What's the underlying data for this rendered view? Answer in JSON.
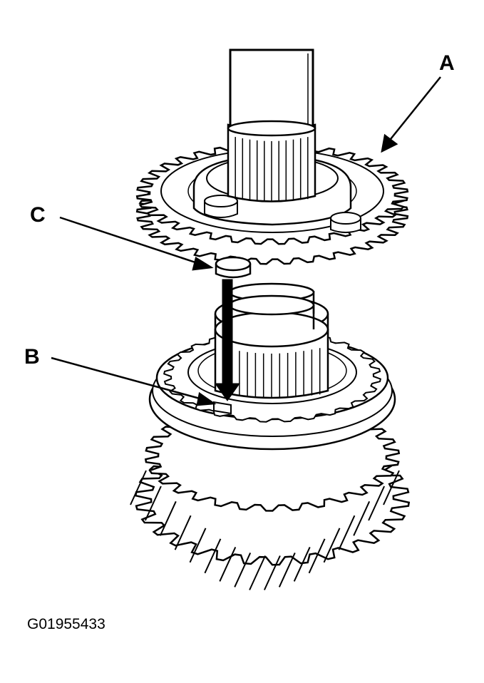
{
  "labels": {
    "a": "A",
    "b": "B",
    "c": "C"
  },
  "figure_id": "G01955433",
  "colors": {
    "ink": "#000000",
    "paper": "#ffffff"
  }
}
